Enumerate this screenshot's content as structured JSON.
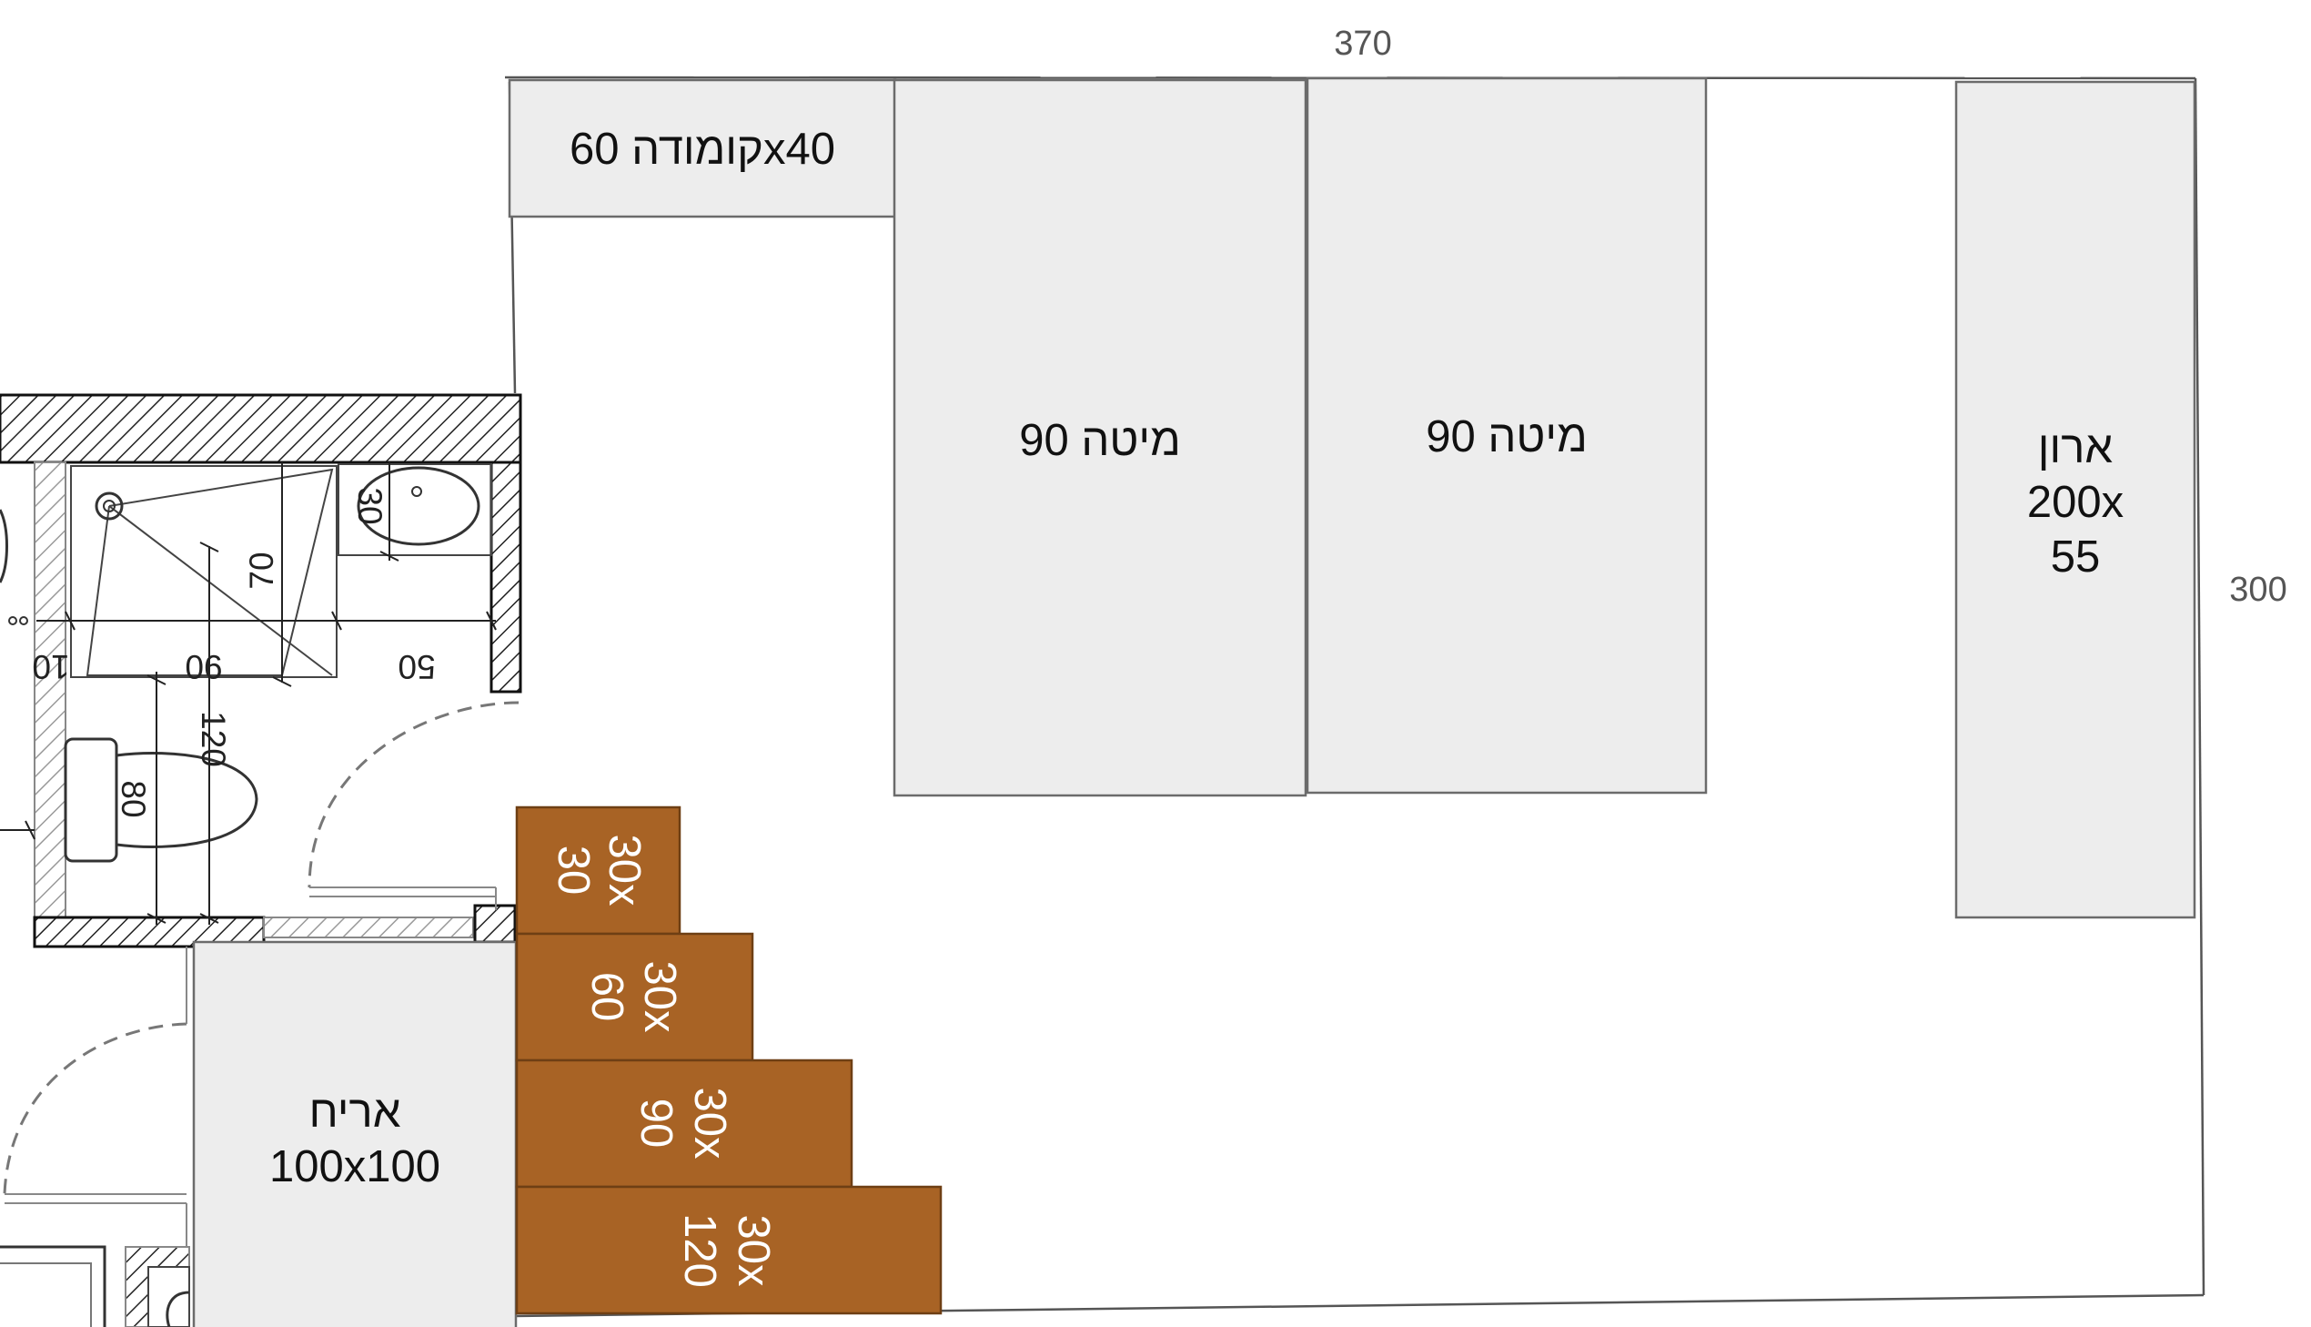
{
  "dimensions": {
    "width": "370",
    "height": "300"
  },
  "furniture": {
    "nightstand": "קומודה 60x40",
    "bed_left": "מיטה 90",
    "bed_right": "מיטה 90",
    "wardrobe": [
      "ארון",
      "200x",
      "55"
    ],
    "cube": [
      "אריח",
      "100x100"
    ]
  },
  "steps": [
    {
      "line1": "30x",
      "line2": "30"
    },
    {
      "line1": "30x",
      "line2": "60"
    },
    {
      "line1": "30x",
      "line2": "90"
    },
    {
      "line1": "30x",
      "line2": "120"
    }
  ],
  "bathroom": {
    "d90": "90",
    "d50": "50",
    "d70": "70",
    "d30": "30",
    "d10": "10",
    "d120": "120",
    "d80": "80"
  },
  "colors": {
    "furniture_fill": "#ededed",
    "furniture_stroke": "#6b6b6b",
    "step_fill": "#a86325",
    "step_stroke": "#6e3f14",
    "wall_hatch": "#222222",
    "wall_hatch_light": "#9a9a9a"
  }
}
